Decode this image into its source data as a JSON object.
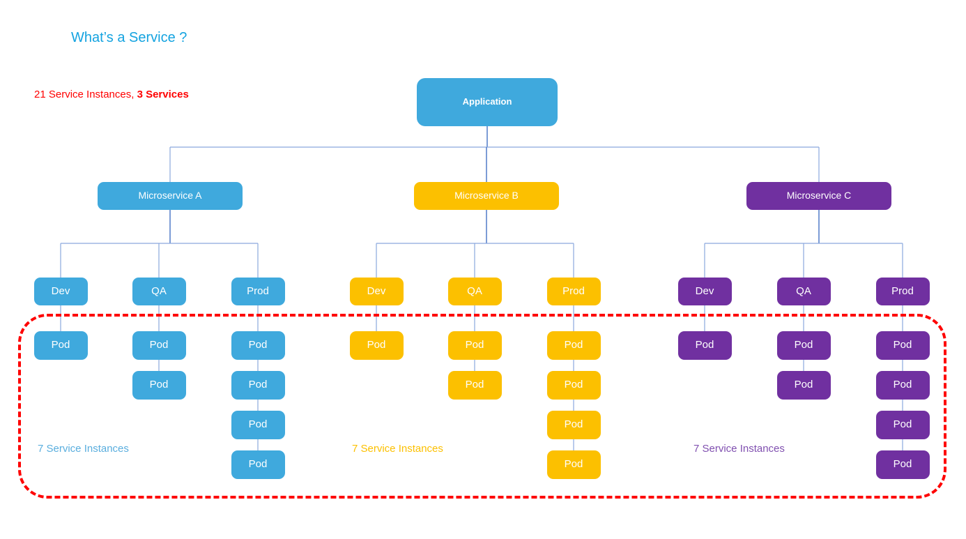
{
  "page": {
    "title": "What’s a Service ?",
    "title_color": "#14a3e0",
    "summary_prefix": "21 Service Instances, ",
    "summary_strong": "3 Services",
    "summary_color": "#ff0000",
    "background": "#ffffff"
  },
  "palette": {
    "blue": "#3fa9dd",
    "yellow": "#fcc000",
    "purple": "#7030a0",
    "connector": "#8aa8dd",
    "connector_strong": "#4472c4",
    "highlight": "#fe0000"
  },
  "root": {
    "label": "Application",
    "color": "#3fa9dd"
  },
  "groups": [
    {
      "id": "microservice-a",
      "label": "Microservice A",
      "color": "#3fa9dd",
      "instances_label": "7 Service Instances",
      "instances_color": "#5aaede",
      "environments": [
        {
          "label": "Dev",
          "pods": [
            "Pod"
          ]
        },
        {
          "label": "QA",
          "pods": [
            "Pod",
            "Pod"
          ]
        },
        {
          "label": "Prod",
          "pods": [
            "Pod",
            "Pod",
            "Pod",
            "Pod"
          ]
        }
      ]
    },
    {
      "id": "microservice-b",
      "label": "Microservice B",
      "color": "#fcc000",
      "instances_label": "7 Service Instances",
      "instances_color": "#fcc000",
      "environments": [
        {
          "label": "Dev",
          "pods": [
            "Pod"
          ]
        },
        {
          "label": "QA",
          "pods": [
            "Pod",
            "Pod"
          ]
        },
        {
          "label": "Prod",
          "pods": [
            "Pod",
            "Pod",
            "Pod",
            "Pod"
          ]
        }
      ]
    },
    {
      "id": "microservice-c",
      "label": "Microservice C",
      "color": "#7030a0",
      "instances_label": "7 Service Instances",
      "instances_color": "#8050b0",
      "environments": [
        {
          "label": "Dev",
          "pods": [
            "Pod"
          ]
        },
        {
          "label": "QA",
          "pods": [
            "Pod",
            "Pod"
          ]
        },
        {
          "label": "Prod",
          "pods": [
            "Pod",
            "Pod",
            "Pod",
            "Pod"
          ]
        }
      ]
    }
  ],
  "highlight": {
    "name": "service-instances-highlight",
    "style": "dashed",
    "color": "#fe0000"
  }
}
